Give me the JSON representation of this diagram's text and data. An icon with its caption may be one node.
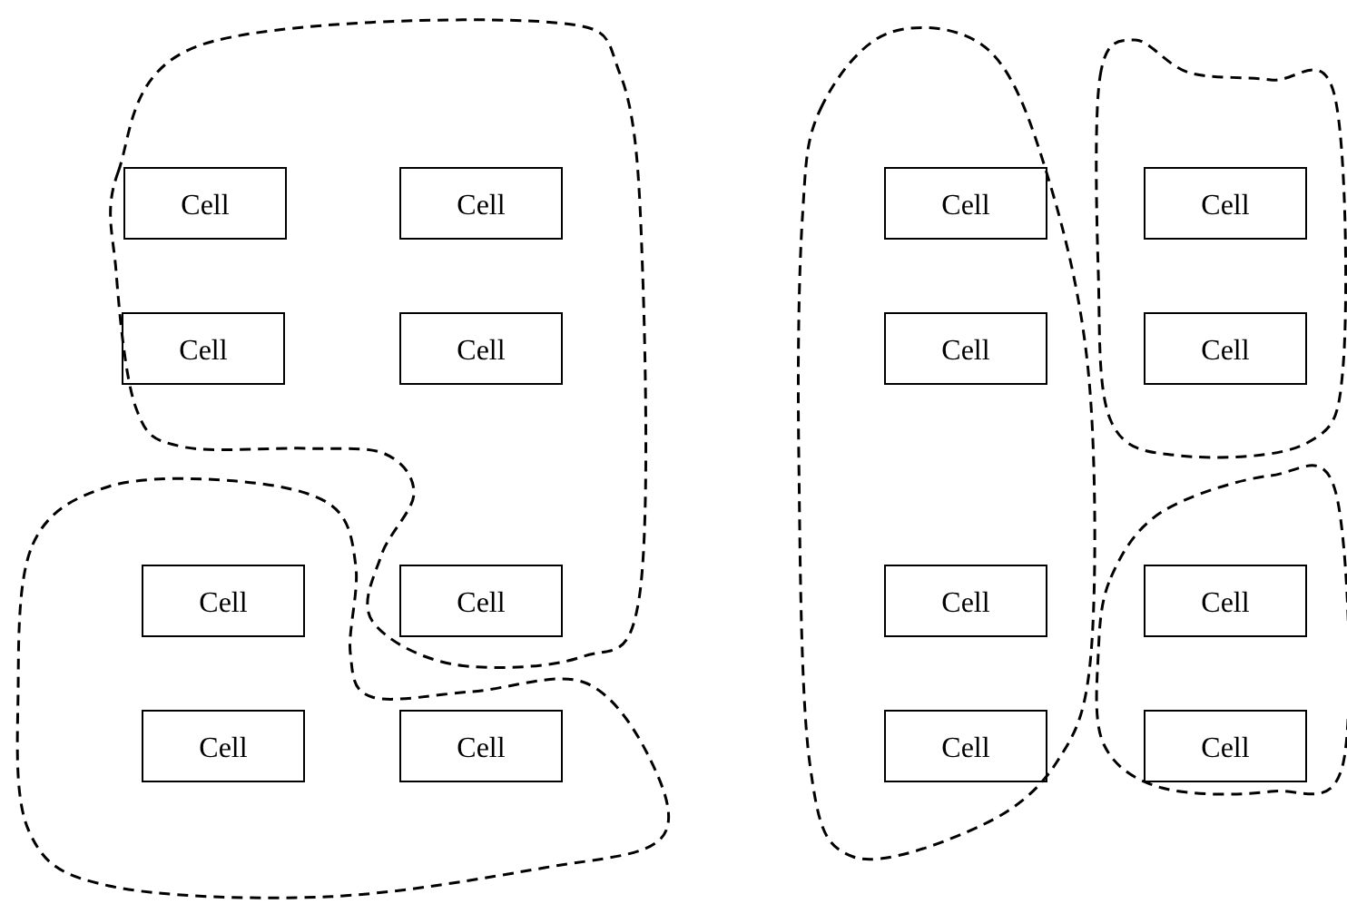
{
  "diagram": {
    "nodes": [
      {
        "text": [],
        "shape": "blob"
      },
      {
        "text": [
          "Cell"
        ],
        "in": 0
      },
      {
        "text": [
          "Cell"
        ],
        "in": 0
      },
      {
        "text": [
          "Cell"
        ],
        "in": 0
      },
      {
        "text": [
          "Cell"
        ],
        "in": 0
      },
      {
        "text": [],
        "shape": "blob"
      },
      {
        "text": [
          "Cell"
        ],
        "in": 5
      },
      {
        "text": [],
        "shape": "blob"
      },
      {
        "text": [
          "Cell"
        ],
        "in": 7
      },
      {
        "text": [
          "Cell"
        ],
        "in": 5
      },
      {
        "text": [
          "Cell"
        ],
        "in": 7
      },
      {
        "text": [],
        "shape": "blob"
      },
      {
        "text": [
          "Cell"
        ],
        "in": 11
      },
      {
        "text": [
          "Cell"
        ],
        "in": 0
      },
      {
        "text": [
          "Cell"
        ],
        "in": 5
      },
      {
        "text": [],
        "shape": "blob"
      },
      {
        "text": [
          "Cell"
        ],
        "in": 15
      },
      {
        "text": [
          "Cell"
        ],
        "in": 11
      },
      {
        "text": [
          "Cell"
        ],
        "in": 11
      },
      {
        "text": [
          "Cell"
        ],
        "in": 5
      },
      {
        "text": [
          "Cell"
        ],
        "in": 15
      }
    ]
  }
}
